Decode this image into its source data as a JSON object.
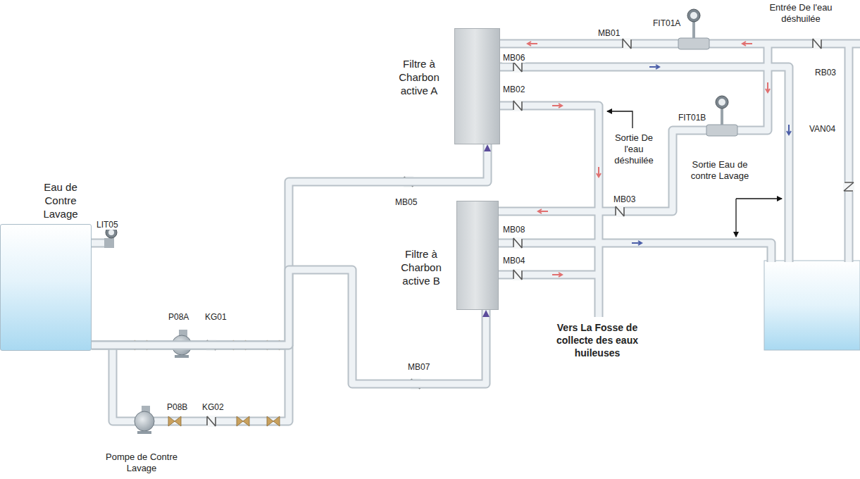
{
  "diagram": {
    "nodes": [
      {
        "text": [
          "Eau de Contre Lavage"
        ]
      },
      {
        "text": [
          "Filtre à Charbon active A"
        ]
      },
      {
        "text": [
          "Filtre à Charbon active B"
        ]
      }
    ],
    "edges": [
      {
        "from": 0,
        "to": 1,
        "arrow": "to"
      },
      {
        "from": 0,
        "to": 2,
        "arrow": "to"
      }
    ],
    "labels": [
      "LIT05",
      "P08A",
      "KG01",
      "P08B",
      "KG02",
      "Pompe de Contre Lavage",
      "MB05",
      "MB07",
      "MB01",
      "FIT01A",
      "Entrée De l'eau déshuilée",
      "MB06",
      "RB03",
      "MB02",
      "Sortie De l'eau déshuilée",
      "FIT01B",
      "VAN04",
      "Sortie Eau de contre Lavage",
      "MB03",
      "MB08",
      "MB04",
      "Vers La Fosse de collecte des eaux huileuses"
    ]
  }
}
